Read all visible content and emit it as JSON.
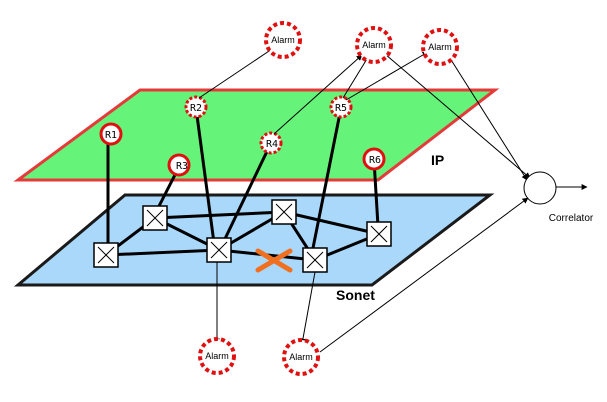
{
  "layers": {
    "ip": {
      "label": "IP",
      "fill": "#66f37a",
      "border": "#e53a3a"
    },
    "sonet": {
      "label": "Sonet",
      "fill": "#a9d8fb",
      "border": "#1a1a1a"
    }
  },
  "routers": {
    "r1": {
      "label": "R1",
      "style": "solid"
    },
    "r2": {
      "label": "R2",
      "style": "dashed"
    },
    "r3": {
      "label": "R3",
      "style": "solid"
    },
    "r4": {
      "label": "R4",
      "style": "dashed"
    },
    "r5": {
      "label": "R5",
      "style": "dashed"
    },
    "r6": {
      "label": "R6",
      "style": "solid"
    }
  },
  "alarms": {
    "top1": "Alarm",
    "top2": "Alarm",
    "top3": "Alarm",
    "bottom1": "Alarm",
    "bottom2": "Alarm"
  },
  "correlator": {
    "label": "Correlator"
  },
  "colors": {
    "alarm_border": "#e01010",
    "failure_mark": "#f07020",
    "router_border": "#e01010"
  },
  "icons": {
    "switch": "cross-box-icon",
    "failure": "x-mark-icon"
  }
}
